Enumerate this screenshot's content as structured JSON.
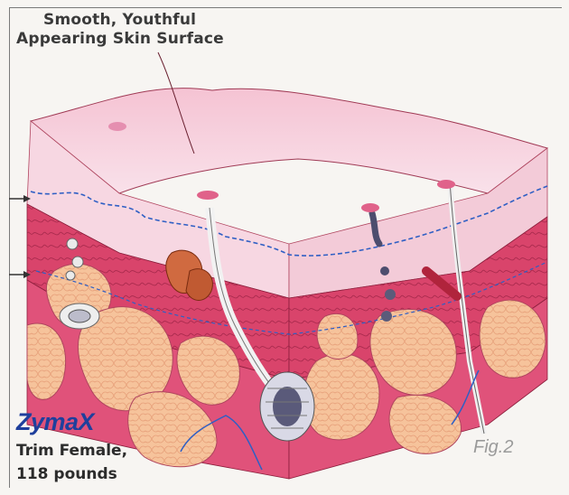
{
  "caption": {
    "line1": "Smooth, Youthful",
    "line2": "Appearing Skin Surface"
  },
  "brand": {
    "name_prefix": "Zyma",
    "name_suffix": "X",
    "color": "#1f3f9c"
  },
  "subject": {
    "line1": "Trim Female,",
    "line2": "118 pounds"
  },
  "figure_label": "Fig.2",
  "colors": {
    "epidermis": "#f3c6d6",
    "dermis": "#d9416a",
    "fat": "#f4b98d",
    "nerve": "#2f5fc4"
  }
}
